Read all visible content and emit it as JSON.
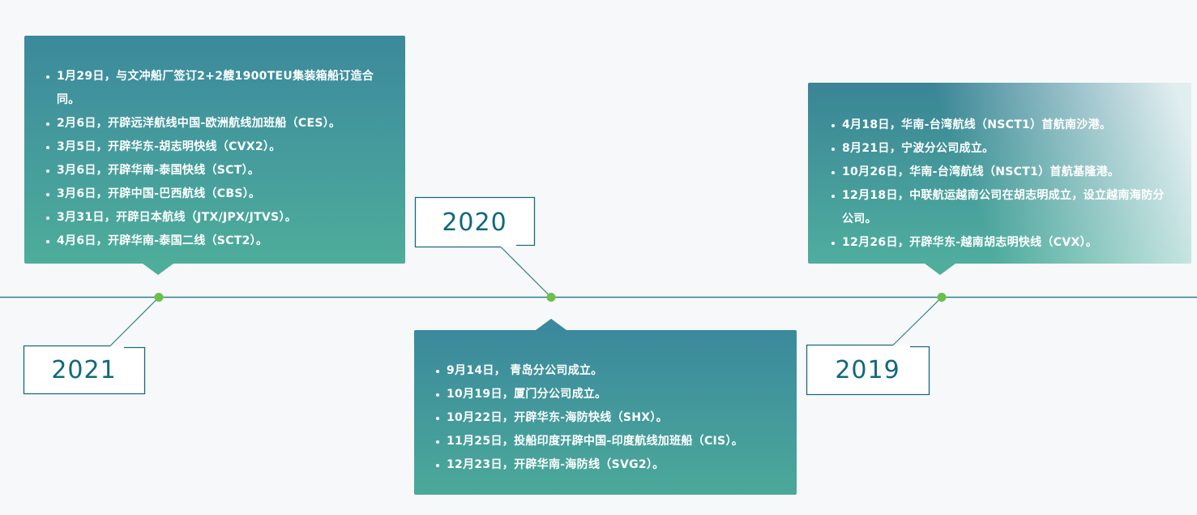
{
  "colors": {
    "page_background": "#f7f8f9",
    "card_gradient_top": "#3b899c",
    "card_gradient_bottom": "#4ead9b",
    "card_highlight_corner": "#f3f9fa",
    "timeline_line": "#2e7e92",
    "dot_green": "#6bbf4a",
    "year_box_border": "#17697f",
    "year_text": "#11687e",
    "event_text": "#ffffff"
  },
  "years": [
    {
      "label": "2021",
      "events": [
        "1月29日，与文冲船厂签订2+2艘1900TEU集装箱船订造合同。",
        "2月6日，开辟远洋航线中国-欧洲航线加班船（CES）。",
        "3月5日，开辟华东-胡志明快线（CVX2）。",
        "3月6日，开辟华南-泰国快线（SCT）。",
        "3月6日，开辟中国-巴西航线（CBS）。",
        "3月31日，开辟日本航线（JTX/JPX/JTVS）。",
        "4月6日，开辟华南-泰国二线（SCT2）。"
      ]
    },
    {
      "label": "2020",
      "events": [
        "9月14日， 青岛分公司成立。",
        "10月19日，厦门分公司成立。",
        "10月22日，开辟华东-海防快线（SHX）。",
        "11月25日，投船印度开辟中国-印度航线加班船（CIS）。",
        "12月23日，开辟华南-海防线（SVG2）。"
      ]
    },
    {
      "label": "2019",
      "events": [
        "4月18日，华南-台湾航线（NSCT1）首航南沙港。",
        "8月21日，宁波分公司成立。",
        "10月26日，华南-台湾航线（NSCT1）首航基隆港。",
        "12月18日，中联航运越南公司在胡志明成立，设立越南海防分公司。",
        "12月26日，开辟华东-越南胡志明快线（CVX）。"
      ]
    }
  ]
}
